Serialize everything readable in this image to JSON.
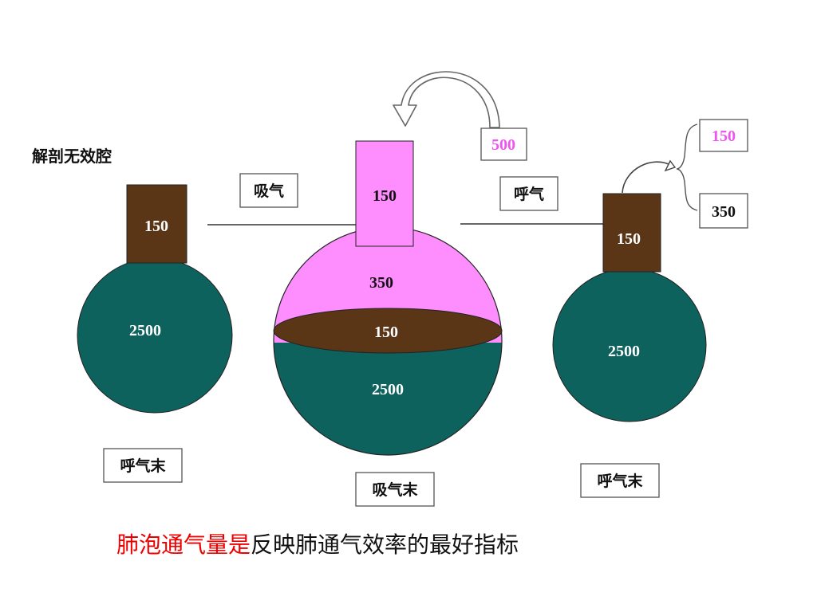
{
  "colors": {
    "alveolar_teal": "#0e625e",
    "dead_space_brown": "#5a3516",
    "fresh_air_pink": "#fe8efe",
    "accent_pink_text": "#ee55ee",
    "caption_red": "#ee0000"
  },
  "dead_space_label": "解剖无效腔",
  "left_lung": {
    "dead_space_value": "150",
    "alveolar_value": "2500",
    "state_label": "呼气末"
  },
  "inhale": {
    "label": "吸气",
    "tidal_volume": "500"
  },
  "center_lung": {
    "neck_value": "150",
    "fresh_air_value": "350",
    "dead_space_gas_value": "150",
    "alveolar_value": "2500",
    "state_label": "吸气末"
  },
  "exhale": {
    "label": "呼气"
  },
  "right_lung": {
    "dead_space_value": "150",
    "alveolar_value": "2500",
    "state_label": "呼气末",
    "out_dead_space_value": "150",
    "out_alveolar_value": "350"
  },
  "caption": {
    "highlight": "肺泡通气量是",
    "rest": "反映肺通气效率的最好指标"
  }
}
